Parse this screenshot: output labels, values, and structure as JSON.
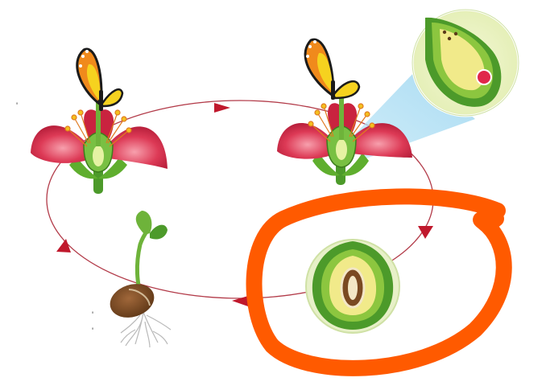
{
  "diagram": {
    "stages": [
      {
        "name": "pollination-flower-left",
        "icon": "butterfly-on-flower"
      },
      {
        "name": "pollination-flower-right",
        "icon": "butterfly-on-flower"
      },
      {
        "name": "ovule-zoom",
        "icon": "magnified-ovule"
      },
      {
        "name": "seed",
        "icon": "seed-cross-section"
      },
      {
        "name": "seedling",
        "icon": "germinating-seed"
      }
    ],
    "cycle_direction": "clockwise",
    "highlight": {
      "target": "seed",
      "color": "#ff5a00"
    },
    "colors": {
      "cycle_line": "#b23a48",
      "arrow": "#c0182c",
      "petal": "#d8344f",
      "petal_light": "#f06c7d",
      "stem": "#4c9a2a",
      "leaf": "#5fae2e",
      "wing_orange": "#f08a1c",
      "wing_yellow": "#f6d21f",
      "wing_black": "#1b1b1b",
      "ovule_outer": "#5aa02c",
      "ovule_inner": "#f1ea8a",
      "ovule_dot": "#e0264b",
      "zoom_beam": "#a9dcf2",
      "seed_brown": "#7a4a22",
      "seed_coat": "#f3e7c6",
      "root": "#b9b9b9"
    },
    "stray_marks": [
      "'",
      "'",
      "'"
    ]
  }
}
